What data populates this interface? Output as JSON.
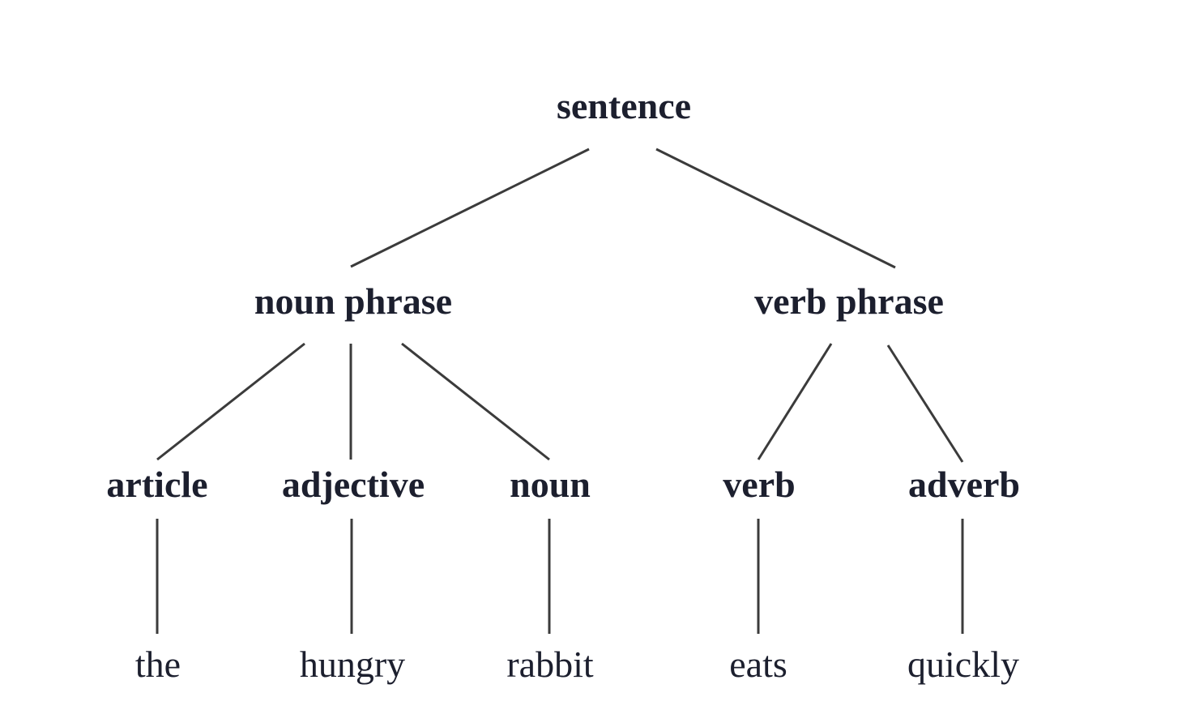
{
  "diagram": {
    "type": "parse-tree",
    "root": "sentence",
    "nodes": {
      "sentence": "sentence",
      "noun_phrase": "noun phrase",
      "verb_phrase": "verb phrase",
      "article": "article",
      "adjective": "adjective",
      "noun": "noun",
      "verb": "verb",
      "adverb": "adverb",
      "the": "the",
      "hungry": "hungry",
      "rabbit": "rabbit",
      "eats": "eats",
      "quickly": "quickly"
    },
    "edges": [
      [
        "sentence",
        "noun_phrase"
      ],
      [
        "sentence",
        "verb_phrase"
      ],
      [
        "noun_phrase",
        "article"
      ],
      [
        "noun_phrase",
        "adjective"
      ],
      [
        "noun_phrase",
        "noun"
      ],
      [
        "verb_phrase",
        "verb"
      ],
      [
        "verb_phrase",
        "adverb"
      ],
      [
        "article",
        "the"
      ],
      [
        "adjective",
        "hungry"
      ],
      [
        "noun",
        "rabbit"
      ],
      [
        "verb",
        "eats"
      ],
      [
        "adverb",
        "quickly"
      ]
    ]
  }
}
